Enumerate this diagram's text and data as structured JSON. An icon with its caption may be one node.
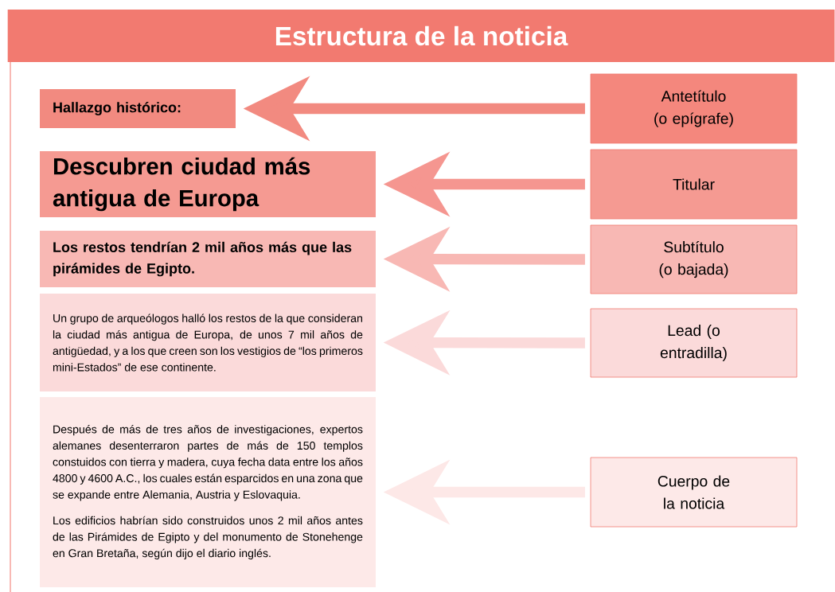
{
  "diagram": {
    "title": "Estructura de la noticia",
    "nodes": [
      {
        "text": [
          "Hallazgo histórico:"
        ]
      },
      {
        "text": [
          "Descubren ciudad más antigua de Europa"
        ]
      },
      {
        "text": [
          "Los restos tendrían 2 mil años más que las pirámides de Egipto."
        ]
      },
      {
        "text": [
          "Un grupo de arqueólogos halló los restos de la que consideran la ciudad más antigua de Europa, de unos 7 mil años de antigüedad, y a los que creen son los vestigios de “los primeros mini-Estados” de ese continente."
        ]
      },
      {
        "text": [
          "Después de más de tres años de investigaciones, expertos alemanes desenterraron partes de más de 150 templos constuidos con tierra y madera, cuya fecha data entre los años 4800 y 4600 A.C., los cuales están esparcidos en una zona que se expande entre Alemania, Austria y Eslovaquia.",
          "Los edificios habrían sido construidos unos 2 mil años antes de las Pirámides de Egipto y del monumento de Stonehenge en Gran Bretaña, según dijo el diario inglés."
        ]
      },
      {
        "text": [
          "Antetítulo (o epígrafe)"
        ]
      },
      {
        "text": [
          "Titular"
        ]
      },
      {
        "text": [
          "Subtítulo (o bajada)"
        ]
      },
      {
        "text": [
          "Lead (o entradilla)"
        ]
      },
      {
        "text": [
          "Cuerpo de la noticia"
        ]
      }
    ],
    "edges": [
      {
        "from": 5,
        "to": 0,
        "arrow": "to",
        "color": "#f28a80"
      },
      {
        "from": 6,
        "to": 1,
        "arrow": "to",
        "color": "#f59690"
      },
      {
        "from": 7,
        "to": 2,
        "arrow": "to",
        "color": "#f8b8b4"
      },
      {
        "from": 8,
        "to": 3,
        "arrow": "to",
        "color": "#fbdada"
      },
      {
        "from": 9,
        "to": 4,
        "arrow": "to",
        "color": "#fde8e7"
      }
    ]
  }
}
